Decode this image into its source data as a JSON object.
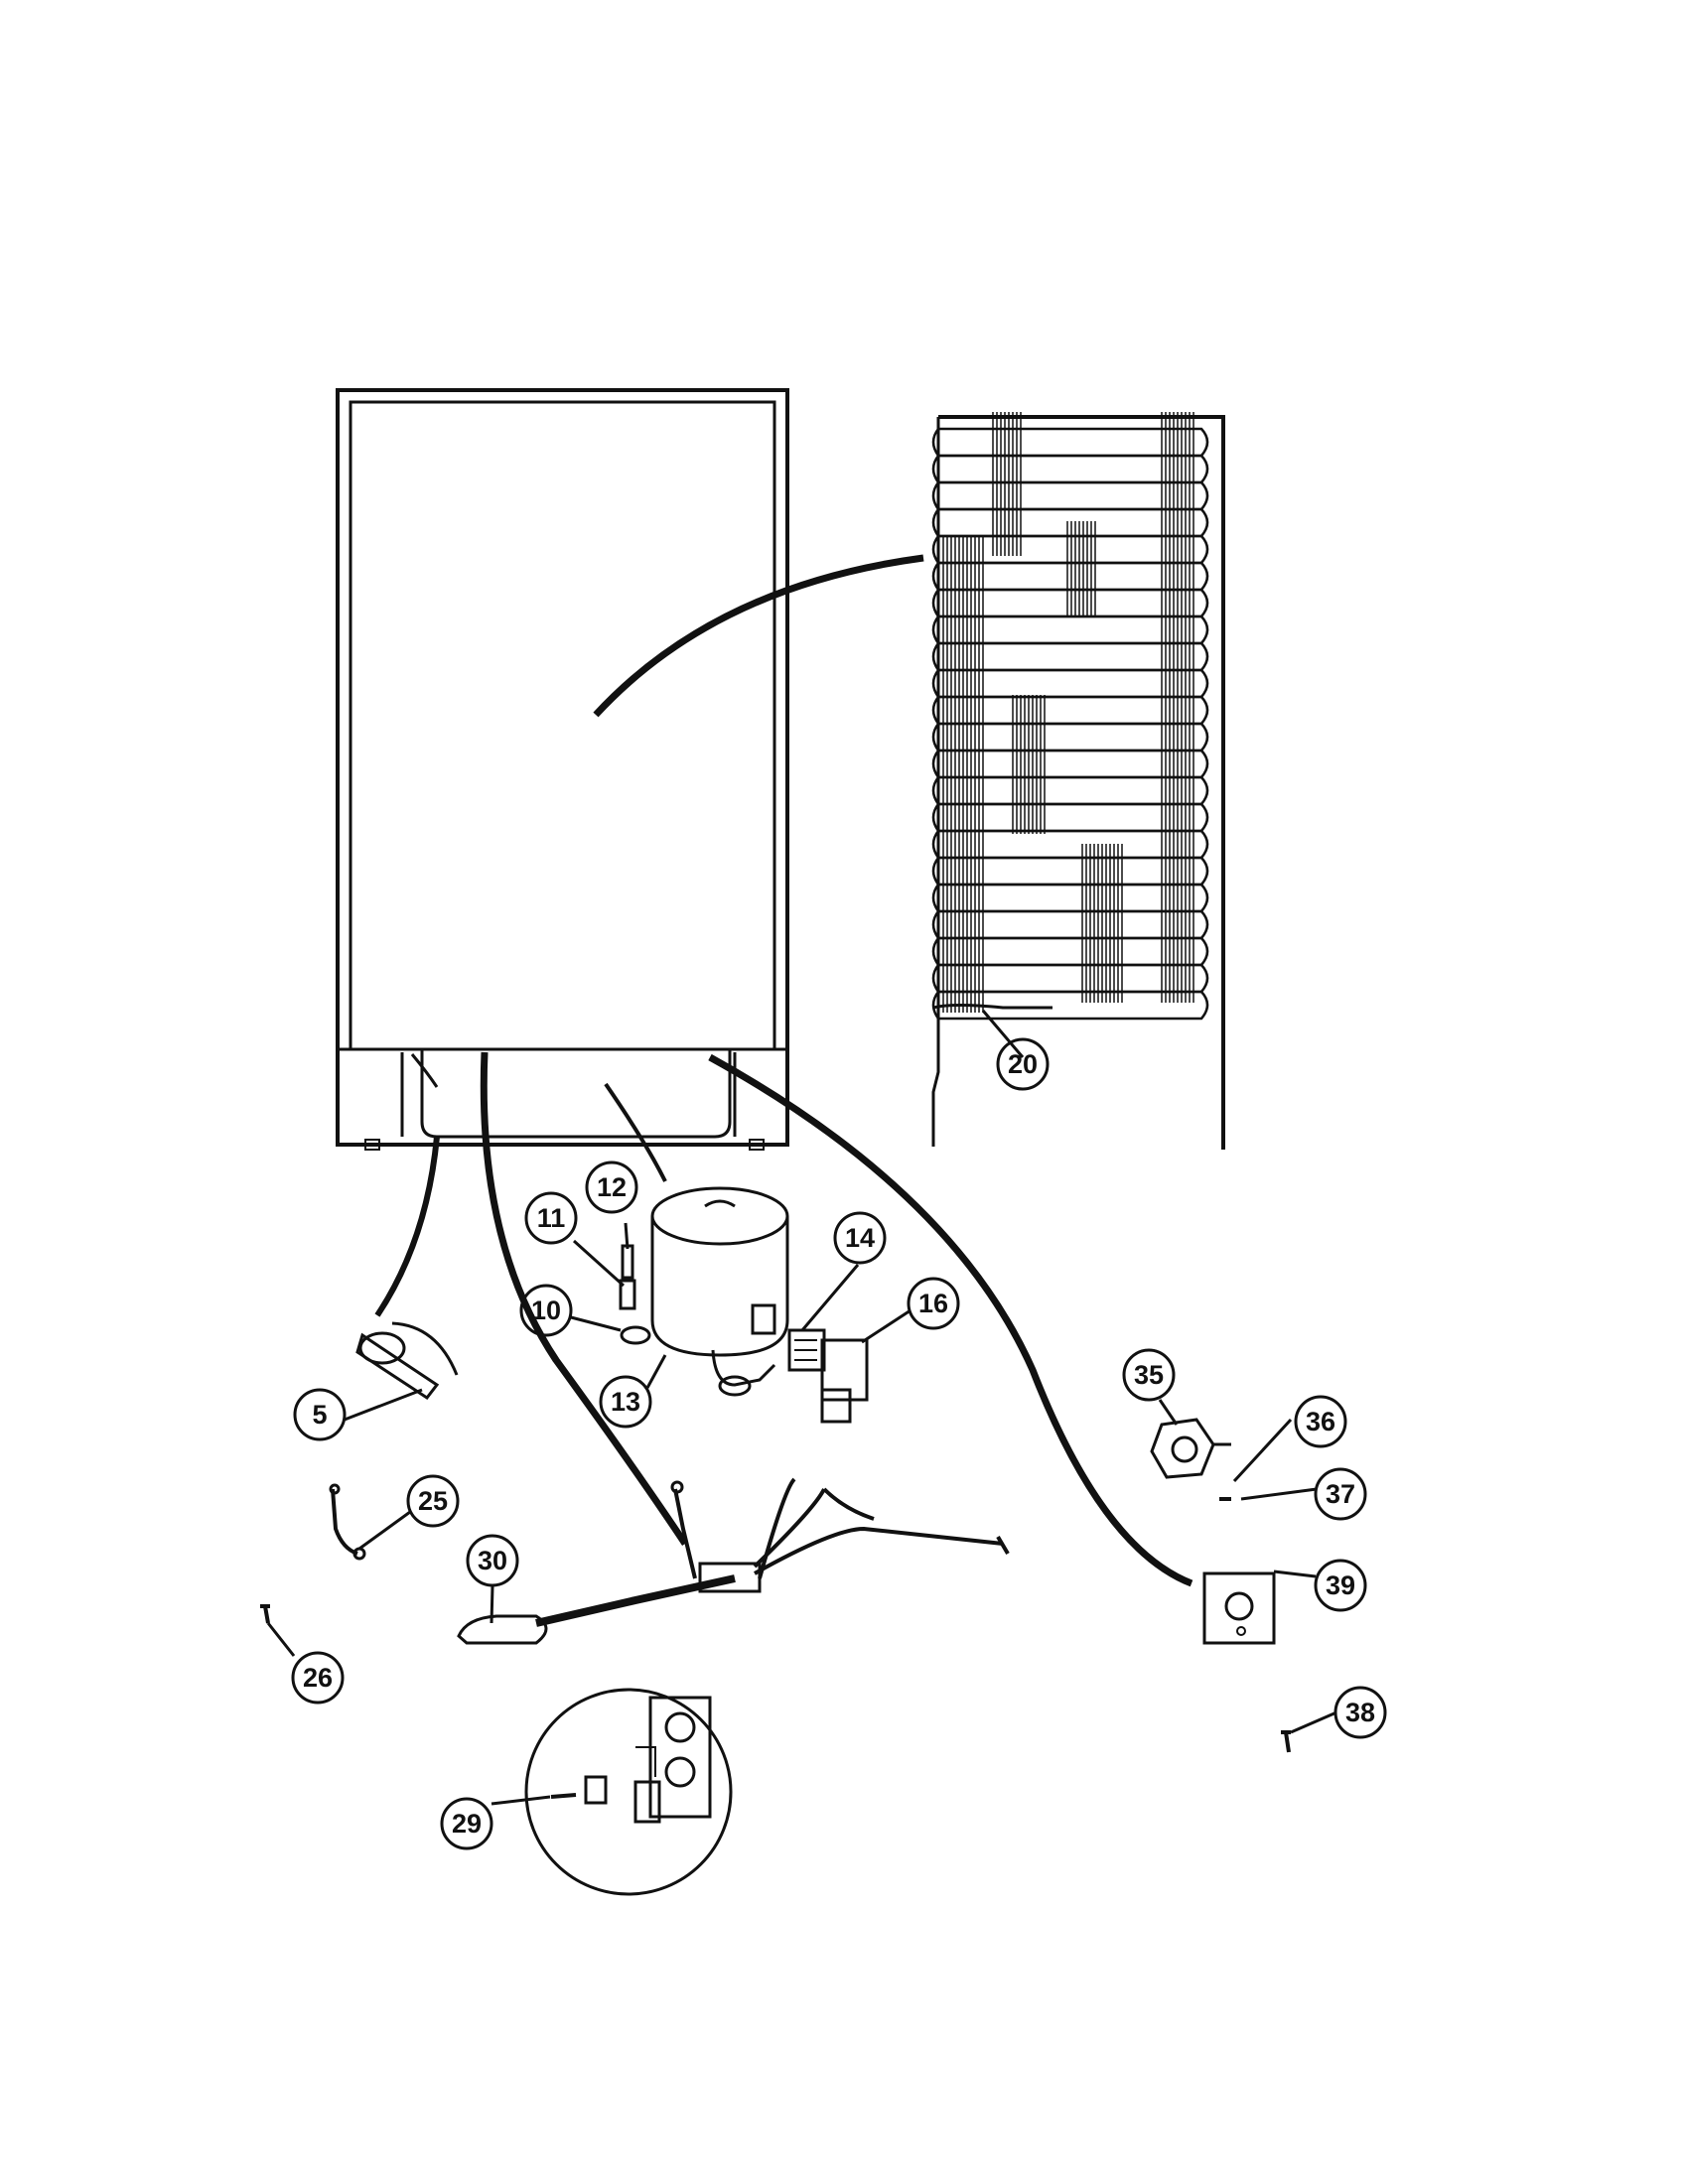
{
  "diagram": {
    "callouts": [
      {
        "id": "5",
        "label": "5"
      },
      {
        "id": "10",
        "label": "10"
      },
      {
        "id": "11",
        "label": "11"
      },
      {
        "id": "12",
        "label": "12"
      },
      {
        "id": "13",
        "label": "13"
      },
      {
        "id": "14",
        "label": "14"
      },
      {
        "id": "16",
        "label": "16"
      },
      {
        "id": "20",
        "label": "20"
      },
      {
        "id": "25",
        "label": "25"
      },
      {
        "id": "26",
        "label": "26"
      },
      {
        "id": "29",
        "label": "29"
      },
      {
        "id": "30",
        "label": "30"
      },
      {
        "id": "35",
        "label": "35"
      },
      {
        "id": "36",
        "label": "36"
      },
      {
        "id": "37",
        "label": "37"
      },
      {
        "id": "38",
        "label": "38"
      },
      {
        "id": "39",
        "label": "39"
      }
    ],
    "colors": {
      "ink": "#111111",
      "paper": "#ffffff"
    }
  }
}
